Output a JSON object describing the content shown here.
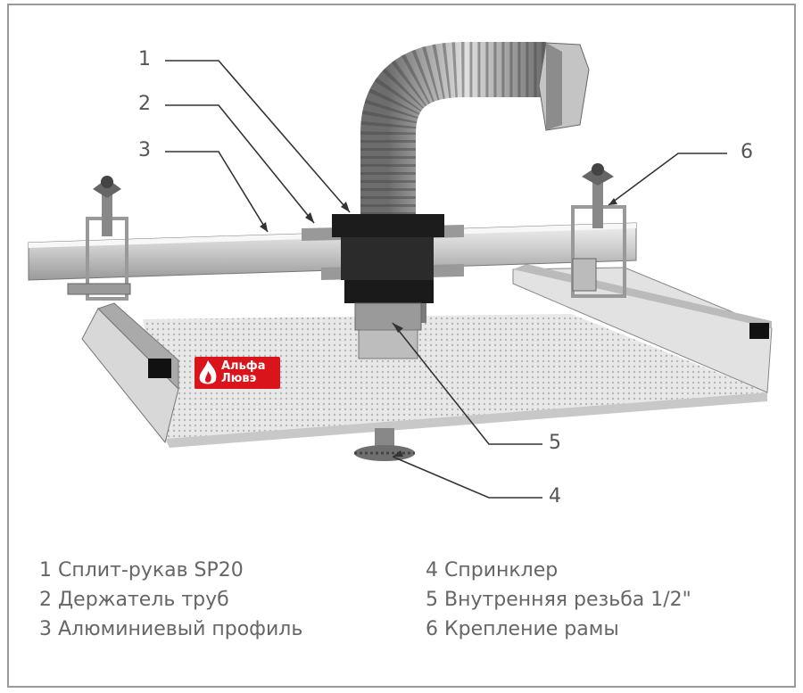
{
  "callouts": [
    {
      "num": "1"
    },
    {
      "num": "2"
    },
    {
      "num": "3"
    },
    {
      "num": "4"
    },
    {
      "num": "5"
    },
    {
      "num": "6"
    }
  ],
  "legend": {
    "left": [
      "1 Сплит-рукав SP20",
      "2 Держатель труб",
      "3 Алюминиевый профиль"
    ],
    "right": [
      "4 Спринклер",
      "5 Внутренняя резьба 1/2\"",
      "6 Крепление рамы"
    ]
  },
  "logo": {
    "line1": "Альфа",
    "line2": "Лювэ",
    "color": "#d9151b"
  }
}
